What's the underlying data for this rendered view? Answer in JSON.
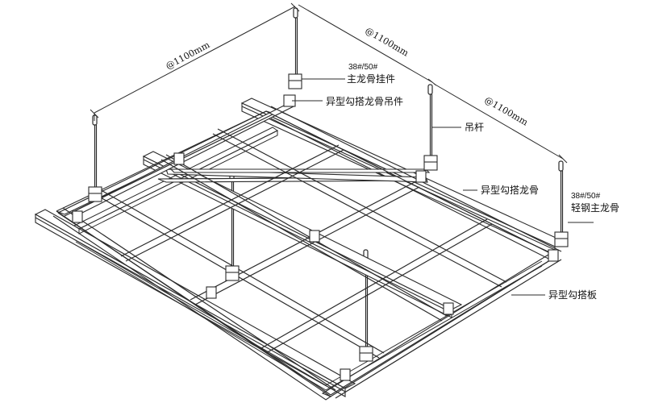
{
  "dimensions": {
    "left_span": "@1100mm",
    "top_span": "@1100mm",
    "right_span": "@1100mm"
  },
  "callouts": {
    "main_keel_hanger_spec": "38#/50#",
    "main_keel_hanger": "主龙骨挂件",
    "hook_keel_hanger": "异型勾搭龙骨吊件",
    "hanger_rod": "吊杆",
    "hook_keel": "异型勾搭龙骨",
    "light_steel_main_keel_spec": "38#/50#",
    "light_steel_main_keel": "轻钢主龙骨",
    "hook_panel": "异型勾搭板"
  },
  "colors": {
    "line": "#2b2b2b",
    "background": "#ffffff"
  }
}
